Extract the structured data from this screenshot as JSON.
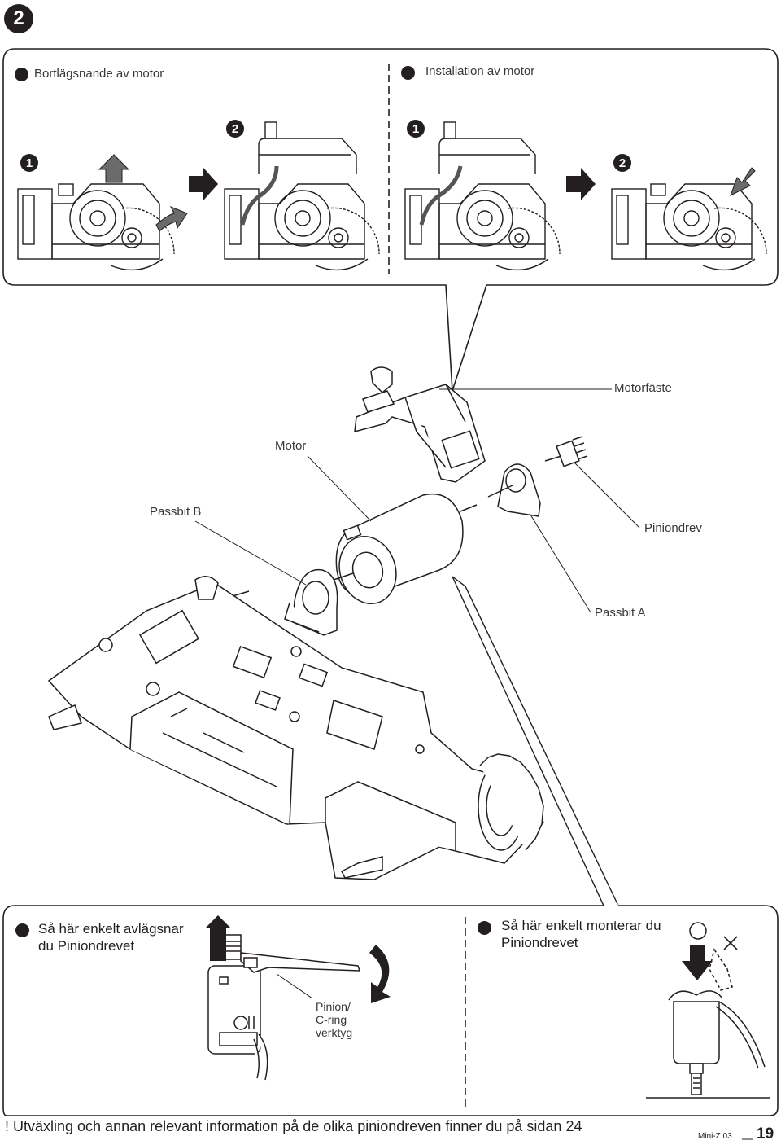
{
  "step_badge": "2",
  "top_panel": {
    "left_title": "Bortlägsnande av motor",
    "right_title": "Installation av motor",
    "left_steps": [
      "1",
      "2"
    ],
    "right_steps": [
      "1",
      "2"
    ]
  },
  "callouts": {
    "motorfaste": "Motorfäste",
    "motor": "Motor",
    "passbit_b": "Passbit B",
    "piniondrev": "Piniondrev",
    "passbit_a": "Passbit A"
  },
  "bottom_panel": {
    "left_title_line1": "Så här enkelt avlägsnar",
    "left_title_line2": "du Piniondrevet",
    "right_title_line1": "Så här enkelt monterar du",
    "right_title_line2": "Piniondrevet",
    "tool_label_line1": "Pinion/",
    "tool_label_line2": "C-ring",
    "tool_label_line3": "verktyg"
  },
  "footer": {
    "note": "! Utväxling och annan relevant information på de olika piniondreven finner du på sidan 24",
    "model": "Mini-Z 03",
    "page_number": "19"
  },
  "icons": [
    "up-arrow-icon",
    "curved-arrow-icon",
    "right-arrow-icon",
    "down-arrow-icon",
    "circle-ok-icon",
    "cross-ng-icon"
  ]
}
